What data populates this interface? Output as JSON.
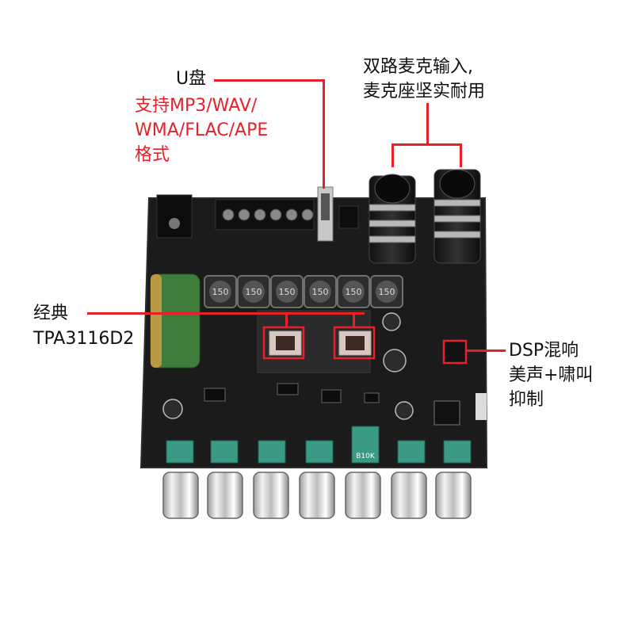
{
  "annotations": {
    "usb": {
      "title": "U盘",
      "desc": [
        "支持MP3/WAV/",
        "WMA/FLAC/APE",
        "格式"
      ]
    },
    "mic": {
      "lines": [
        "双路麦克输入,",
        "麦克座坚实耐用"
      ]
    },
    "amp": {
      "lines": [
        "经典",
        "TPA3116D2"
      ]
    },
    "dsp": {
      "lines": [
        "DSP混响",
        "美声+啸叫",
        "抑制"
      ]
    }
  },
  "board_markings": {
    "inductor_label": "150",
    "pot_label": "B10K"
  },
  "colors": {
    "accent": "#e8202a",
    "pcb": "#1b1b1b",
    "potentiometer": "#3a9a86",
    "capacitor": "#3f7d3c"
  },
  "icons": [
    "dc-jack",
    "terminal-block",
    "usb-port",
    "mic-jack",
    "inductor",
    "amplifier-chip",
    "dsp-chip",
    "knob"
  ]
}
